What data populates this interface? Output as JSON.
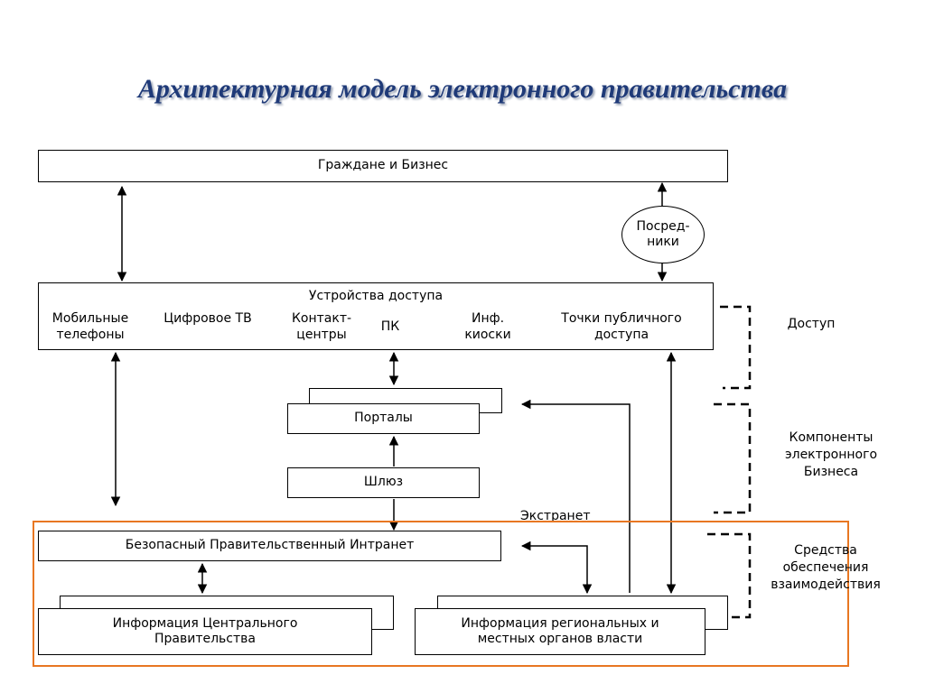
{
  "title": "Архитектурная модель электронного правительства",
  "nodes": {
    "citizens": "Граждане и Бизнес",
    "intermediaries": "Посред-\nники",
    "access_devices": "Устройства доступа",
    "mobile": "Мобильные\nтелефоны",
    "digital_tv": "Цифровое ТВ",
    "contact_centers": "Контакт-\nцентры",
    "pc": "ПК",
    "kiosks": "Инф.\nкиоски",
    "public_points": "Точки публичного\nдоступа",
    "portals": "Порталы",
    "gateway": "Шлюз",
    "extranet": "Экстранет",
    "intranet": "Безопасный Правительственный Интранет",
    "central_info": "Информация Центрального\nПравительства",
    "regional_info": "Информация региональных  и\nместных органов власти"
  },
  "layers": {
    "access": "Доступ",
    "ebusiness": "Компоненты\nэлектронного\nБизнеса",
    "interaction": "Средства\nобеспечения\nвзаимодействия"
  },
  "colors": {
    "title": "#1f3a78",
    "frame": "#e87722"
  }
}
